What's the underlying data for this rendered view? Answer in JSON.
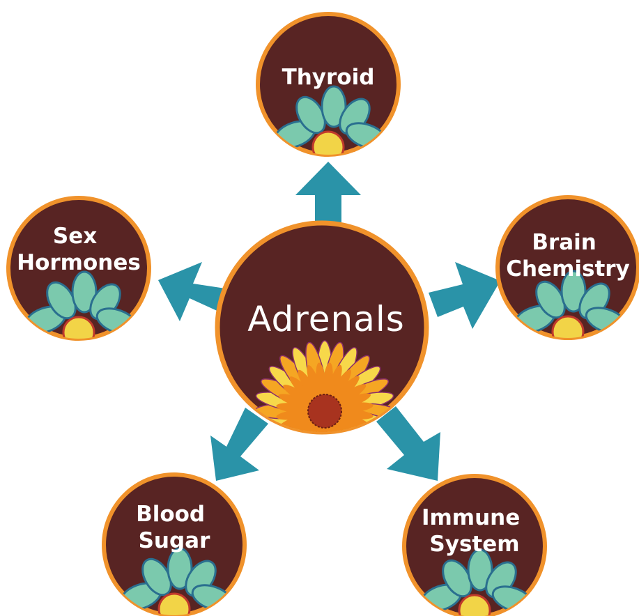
{
  "center": {
    "label": "Adrenals"
  },
  "nodes": [
    {
      "id": "thyroid",
      "lines": [
        "Thyroid"
      ]
    },
    {
      "id": "sex-hormones",
      "lines": [
        "Sex",
        "Hormones"
      ]
    },
    {
      "id": "brain-chemistry",
      "lines": [
        "Brain",
        "Chemistry"
      ]
    },
    {
      "id": "blood-sugar",
      "lines": [
        "Blood",
        "Sugar"
      ]
    },
    {
      "id": "immune-system",
      "lines": [
        "Immune",
        "System"
      ]
    }
  ],
  "colors": {
    "circle_fill": "#582423",
    "circle_stroke": "#f0922b",
    "arrow": "#2a93a8",
    "petal_teal": "#7bc9ad",
    "petal_outline": "#2a6f8f",
    "flower_center_yellow": "#f2d447",
    "sunflower_outer": "#f5a623",
    "sunflower_inner": "#f7d84a",
    "sunflower_outline": "#8a2f6a",
    "sunflower_center": "#a8331f"
  },
  "icons": {
    "node_flower": "teal-flower-icon",
    "center_flower": "sunflower-icon"
  }
}
